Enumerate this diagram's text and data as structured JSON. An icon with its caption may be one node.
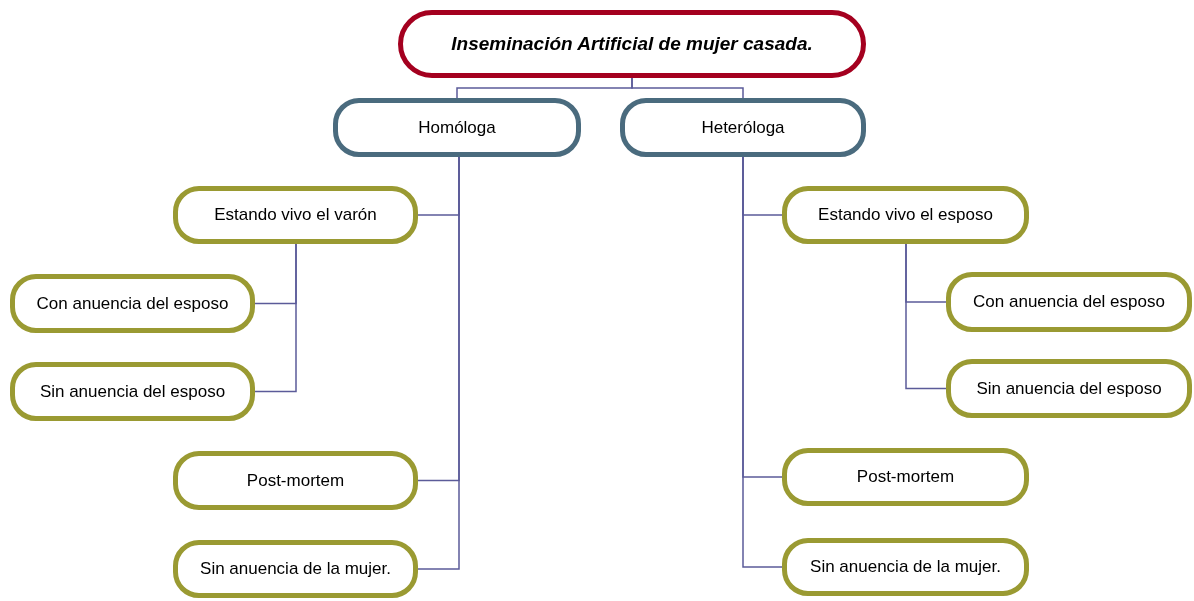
{
  "diagram": {
    "nodes": [
      {
        "text": [
          "Inseminación Artificial de mujer casada."
        ]
      },
      {
        "text": [
          "Homóloga"
        ]
      },
      {
        "text": [
          "Heteróloga"
        ]
      },
      {
        "text": [
          "Estando vivo el varón"
        ]
      },
      {
        "text": [
          "Con anuencia del esposo"
        ]
      },
      {
        "text": [
          "Sin anuencia del esposo"
        ]
      },
      {
        "text": [
          "Post-mortem"
        ]
      },
      {
        "text": [
          "Sin anuencia de la mujer."
        ]
      },
      {
        "text": [
          "Estando vivo el esposo"
        ]
      },
      {
        "text": [
          "Con anuencia del esposo"
        ]
      },
      {
        "text": [
          "Sin anuencia del esposo"
        ]
      },
      {
        "text": [
          "Post-mortem"
        ]
      },
      {
        "text": [
          "Sin anuencia de la mujer."
        ]
      }
    ],
    "edges": [
      {
        "from": 0,
        "to": 1,
        "arrow": "none"
      },
      {
        "from": 0,
        "to": 2,
        "arrow": "none"
      },
      {
        "from": 1,
        "to": 3,
        "arrow": "none"
      },
      {
        "from": 3,
        "to": 4,
        "arrow": "none"
      },
      {
        "from": 3,
        "to": 5,
        "arrow": "none"
      },
      {
        "from": 1,
        "to": 6,
        "arrow": "none"
      },
      {
        "from": 1,
        "to": 7,
        "arrow": "none"
      },
      {
        "from": 2,
        "to": 8,
        "arrow": "none"
      },
      {
        "from": 8,
        "to": 9,
        "arrow": "none"
      },
      {
        "from": 8,
        "to": 10,
        "arrow": "none"
      },
      {
        "from": 2,
        "to": 11,
        "arrow": "none"
      },
      {
        "from": 2,
        "to": 12,
        "arrow": "none"
      }
    ]
  }
}
